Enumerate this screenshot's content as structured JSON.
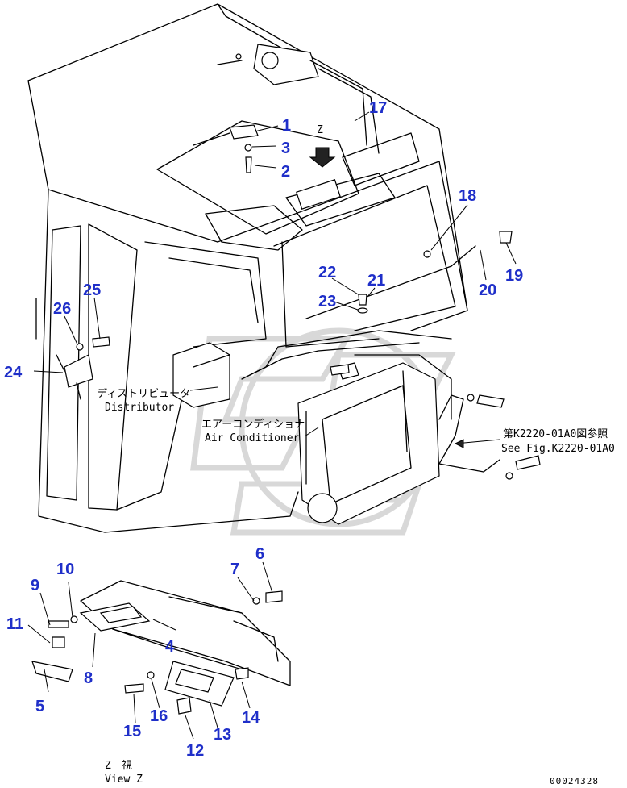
{
  "callouts": [
    "1",
    "2",
    "3",
    "4",
    "5",
    "6",
    "7",
    "8",
    "9",
    "10",
    "11",
    "12",
    "13",
    "14",
    "15",
    "16",
    "17",
    "18",
    "19",
    "20",
    "21",
    "22",
    "23",
    "24",
    "25",
    "26"
  ],
  "notes": {
    "view_marker": "Z",
    "distributor_jp": "ディストリビュータ",
    "distributor_en": "Distributor",
    "aircon_jp": "エアーコンディショナ",
    "aircon_en": "Air Conditioner",
    "ref_jp": "第K2220-01A0図参照",
    "ref_en": "See Fig.K2220-01A0",
    "view_z_jp": "Z　視",
    "view_z_en": "View Z",
    "drawing_code": "00024328"
  },
  "colors": {
    "callout": "#1f2fc9",
    "line": "#000000",
    "watermark": "#d8d8d8"
  }
}
